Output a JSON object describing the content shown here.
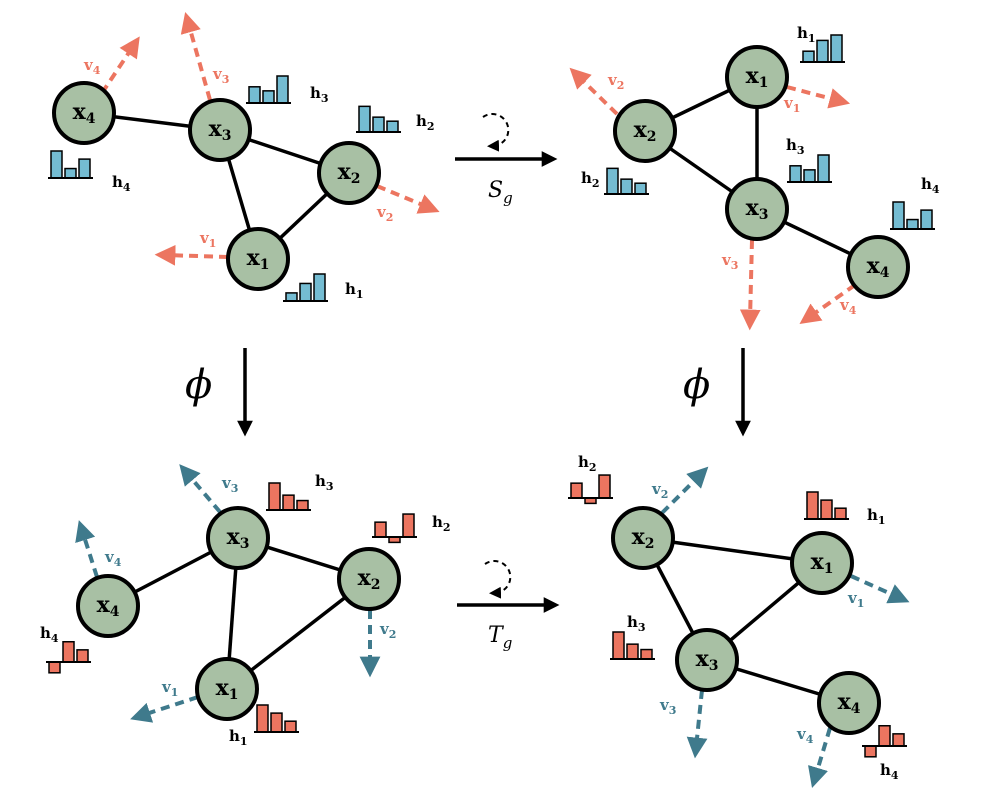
{
  "colors": {
    "node_fill": "#a8c0a4",
    "input_vec": "#ec7560",
    "input_hist": "#74bcd2",
    "output_vec": "#3f7a8c",
    "output_hist": "#ec7560"
  },
  "node_letter": "x",
  "hist_letter": "h",
  "vec_letter": "v",
  "indices": [
    "1",
    "2",
    "3",
    "4"
  ],
  "ops": {
    "s_main": "S",
    "s_sub": "g",
    "t_main": "T",
    "t_sub": "g",
    "phi": "ϕ"
  },
  "histograms": {
    "in_tl": {
      "h1": [
        0.3,
        0.65,
        1.0
      ],
      "h2": [
        0.95,
        0.55,
        0.4
      ],
      "h3": [
        0.6,
        0.45,
        1.0
      ],
      "h4": [
        1.0,
        0.35,
        0.7
      ]
    },
    "in_tr": {
      "h1": [
        0.4,
        0.8,
        1.0
      ],
      "h2": [
        0.95,
        0.55,
        0.4
      ],
      "h3": [
        0.6,
        0.45,
        1.0
      ],
      "h4": [
        1.0,
        0.35,
        0.7
      ]
    },
    "out_bl": {
      "h1": [
        1.0,
        0.7,
        0.4
      ],
      "h2": [
        0.55,
        -0.2,
        0.85
      ],
      "h3": [
        1.0,
        0.55,
        0.35
      ],
      "h4": [
        -0.4,
        0.75,
        0.45
      ]
    },
    "out_br": {
      "h1": [
        1.0,
        0.7,
        0.4
      ],
      "h2": [
        0.55,
        -0.2,
        0.85
      ],
      "h3": [
        1.0,
        0.55,
        0.35
      ],
      "h4": [
        -0.4,
        0.75,
        0.45
      ]
    }
  }
}
